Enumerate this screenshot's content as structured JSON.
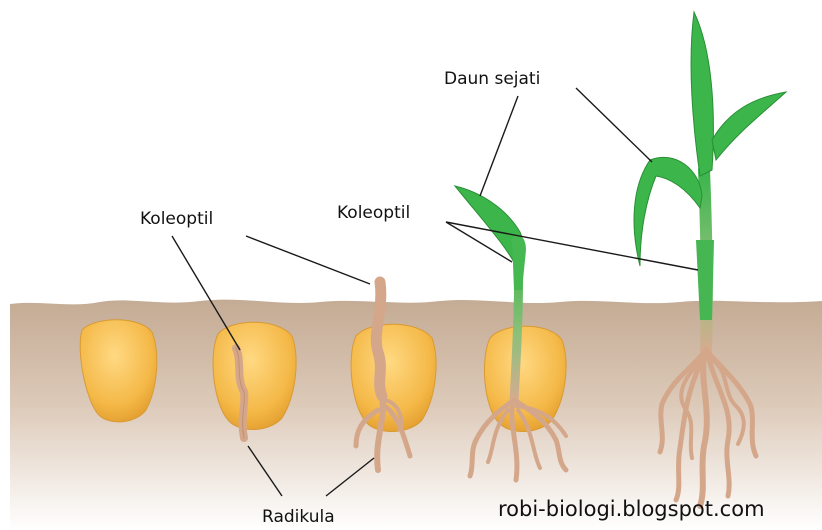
{
  "labels": {
    "koleoptil_left": "Koleoptil",
    "koleoptil_center": "Koleoptil",
    "daun_sejati": "Daun sejati",
    "radikula": "Radikula"
  },
  "watermark": "robi-biologi.blogspot.com",
  "colors": {
    "soil_top": "#c8b09a",
    "soil_bottom": "#ffffff",
    "seed": "#f3b84a",
    "seed_highlight": "#ffd77a",
    "root": "#d8ab8f",
    "root_outline": "#b88a70",
    "leaf": "#3cb54a",
    "leaf_dark": "#2a8f36"
  }
}
